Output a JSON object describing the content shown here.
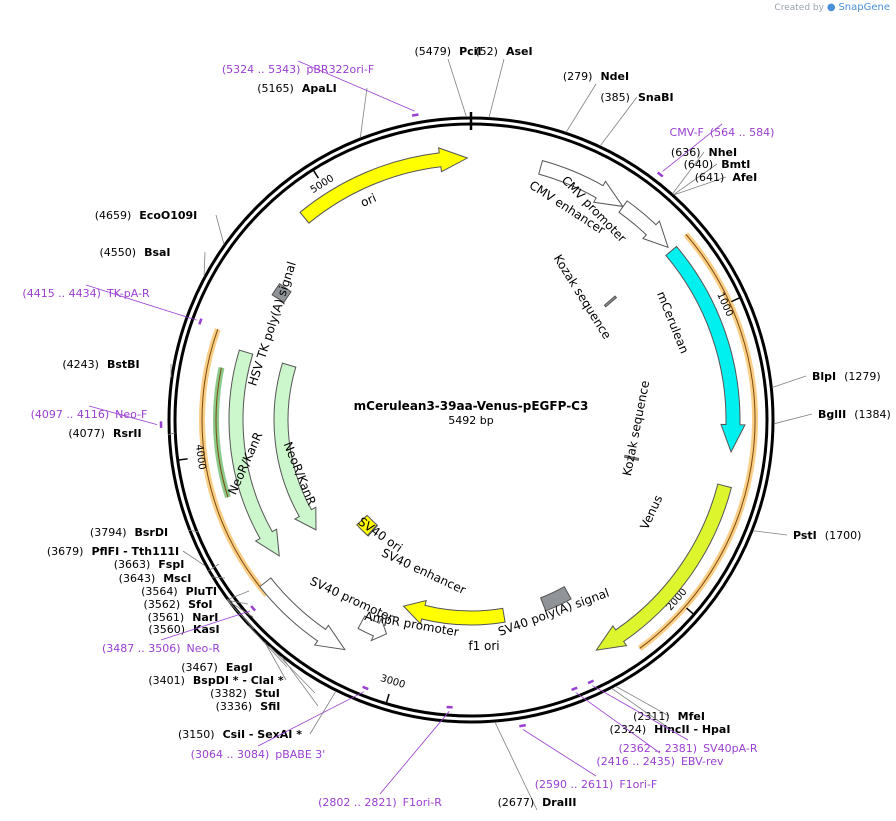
{
  "branding": {
    "created_by": "Created by",
    "app": "SnapGene"
  },
  "plasmid": {
    "name": "mCerulean3-39aa-Venus-pEGFP-C3",
    "length_label": "5492 bp",
    "length": 5492
  },
  "ticks": [
    {
      "pos": 1000,
      "label": "1000"
    },
    {
      "pos": 2000,
      "label": "2000"
    },
    {
      "pos": 3000,
      "label": "3000"
    },
    {
      "pos": 4000,
      "label": "4000"
    },
    {
      "pos": 5000,
      "label": "5000"
    }
  ],
  "sites": [
    {
      "name": "PciI",
      "pos": "(5479)",
      "at": 5479
    },
    {
      "name": "AseI",
      "pos": "(52)",
      "at": 52
    },
    {
      "name": "NdeI",
      "pos": "(279)",
      "at": 279
    },
    {
      "name": "SnaBI",
      "pos": "(385)",
      "at": 385
    },
    {
      "name": "NheI",
      "pos": "(636)",
      "at": 636
    },
    {
      "name": "BmtI",
      "pos": "(640)",
      "at": 640
    },
    {
      "name": "AfeI",
      "pos": "(641)",
      "at": 641
    },
    {
      "name": "BlpI",
      "pos": "(1279)",
      "at": 1279
    },
    {
      "name": "BglII",
      "pos": "(1384)",
      "at": 1384
    },
    {
      "name": "PstI",
      "pos": "(1700)",
      "at": 1700
    },
    {
      "name": "MfeI",
      "pos": "(2311)",
      "at": 2311
    },
    {
      "name": "HincII  - HpaI",
      "pos": "(2324)",
      "at": 2324
    },
    {
      "name": "DraIII",
      "pos": "(2677)",
      "at": 2677
    },
    {
      "name": "CsiI   - SexAI *",
      "pos": "(3150)",
      "at": 3150
    },
    {
      "name": "SfiI",
      "pos": "(3336)",
      "at": 3336
    },
    {
      "name": "StuI",
      "pos": "(3382)",
      "at": 3382
    },
    {
      "name": "BspDI *  - ClaI *",
      "pos": "(3401)",
      "at": 3401
    },
    {
      "name": "EagI",
      "pos": "(3467)",
      "at": 3467
    },
    {
      "name": "KasI",
      "pos": "(3560)",
      "at": 3560
    },
    {
      "name": "NarI",
      "pos": "(3561)",
      "at": 3561
    },
    {
      "name": "SfoI",
      "pos": "(3562)",
      "at": 3562
    },
    {
      "name": "PluTI",
      "pos": "(3564)",
      "at": 3564
    },
    {
      "name": "MscI",
      "pos": "(3643)",
      "at": 3643
    },
    {
      "name": "FspI",
      "pos": "(3663)",
      "at": 3663
    },
    {
      "name": "PflFI  - Tth111I",
      "pos": "(3679)",
      "at": 3679
    },
    {
      "name": "BsrDI",
      "pos": "(3794)",
      "at": 3794
    },
    {
      "name": "RsrII",
      "pos": "(4077)",
      "at": 4077
    },
    {
      "name": "BstBI",
      "pos": "(4243)",
      "at": 4243
    },
    {
      "name": "BsaI",
      "pos": "(4550)",
      "at": 4550
    },
    {
      "name": "EcoO109I",
      "pos": "(4659)",
      "at": 4659
    },
    {
      "name": "ApaLI",
      "pos": "(5165)",
      "at": 5165
    }
  ],
  "primers": [
    {
      "name": "pBR322ori-F",
      "range": "(5324 .. 5343)",
      "at": 5334,
      "strand": "fwd"
    },
    {
      "name": "CMV-F",
      "range": "(564 .. 584)",
      "at": 574,
      "strand": "fwd"
    },
    {
      "name": "SV40pA-R",
      "range": "(2362 .. 2381)",
      "at": 2371,
      "strand": "rev"
    },
    {
      "name": "EBV-rev",
      "range": "(2416 .. 2435)",
      "at": 2425,
      "strand": "rev"
    },
    {
      "name": "F1ori-F",
      "range": "(2590 .. 2611)",
      "at": 2600,
      "strand": "fwd"
    },
    {
      "name": "F1ori-R",
      "range": "(2802 .. 2821)",
      "at": 2811,
      "strand": "rev"
    },
    {
      "name": "pBABE 3'",
      "range": "(3064 .. 3084)",
      "at": 3074,
      "strand": "rev"
    },
    {
      "name": "Neo-R",
      "range": "(3487 .. 3506)",
      "at": 3496,
      "strand": "rev"
    },
    {
      "name": "Neo-F",
      "range": "(4097 .. 4116)",
      "at": 4106,
      "strand": "fwd"
    },
    {
      "name": "TK-pA-R",
      "range": "(4415 .. 4434)",
      "at": 4424,
      "strand": "rev"
    }
  ],
  "features": [
    {
      "name": "CMV enhancer",
      "color": "#ffffff",
      "start": 235,
      "end": 540
    },
    {
      "name": "CMV promoter",
      "color": "#ffffff",
      "start": 541,
      "end": 744
    },
    {
      "name": "mCerulean",
      "color": "#00f0f0",
      "start": 760,
      "end": 1480
    },
    {
      "name": "Kozak sequence",
      "color": "#909498",
      "start": 752,
      "end": 762
    },
    {
      "name": "Kozak sequence",
      "color": "#909498",
      "start": 1570,
      "end": 1580
    },
    {
      "name": "Venus",
      "color": "#ddf52d",
      "start": 1595,
      "end": 2310
    },
    {
      "name": "SV40 poly(A) signal",
      "color": "#909498",
      "start": 2300,
      "end": 2420
    },
    {
      "name": "f1 ori",
      "color": "#ffff00",
      "start": 2600,
      "end": 3050
    },
    {
      "name": "AmpR promoter",
      "color": "#ffffff",
      "start": 3075,
      "end": 3180
    },
    {
      "name": "SV40 promoter",
      "color": "#ffffff",
      "start": 3185,
      "end": 3535
    },
    {
      "name": "SV40 enhancer",
      "color": "#ffffff",
      "start": 3380,
      "end": 3450
    },
    {
      "name": "SV40 ori",
      "color": "#ffff00",
      "start": 3385,
      "end": 3470
    },
    {
      "name": "NeoR/KanR",
      "color": "#ccf7cc",
      "start": 3580,
      "end": 4375
    },
    {
      "name": "NeoR/KanR",
      "color": "#ccf7cc",
      "start": 3580,
      "end": 4375
    },
    {
      "name": "HSV TK poly(A) signal",
      "color": "#909498",
      "start": 4610,
      "end": 4660
    },
    {
      "name": "ori",
      "color": "#ffff00",
      "start": 4890,
      "end": 5480
    }
  ],
  "orfs": [
    {
      "color": "#f5a623",
      "start": 750,
      "end": 2190
    },
    {
      "color": "#f5a623",
      "start": 3500,
      "end": 4420
    },
    {
      "color": "#2e9e2e",
      "start": 3850,
      "end": 4300
    }
  ]
}
